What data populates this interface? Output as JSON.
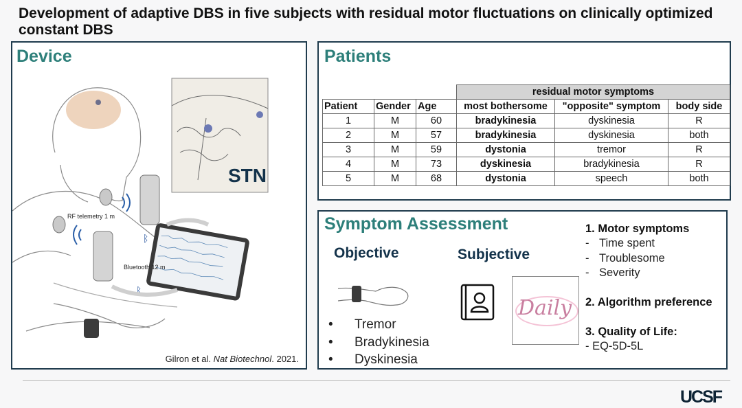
{
  "slide": {
    "title": "Development of adaptive DBS in five subjects with residual motor fluctuations on clinically optimized constant DBS"
  },
  "device": {
    "heading": "Device",
    "stn_label": "STN",
    "rf_label": "RF telemetry 1 m",
    "bt_label": "Bluetooth 12 m",
    "citation_authors": "Gilron et al.",
    "citation_journal": "Nat Biotechnol",
    "citation_year": ". 2021."
  },
  "patients": {
    "heading": "Patients",
    "group_header": "residual motor symptoms",
    "columns": [
      "Patient",
      "Gender",
      "Age",
      "most bothersome",
      "\"opposite\" symptom",
      "body side"
    ],
    "rows": [
      [
        "1",
        "M",
        "60",
        "bradykinesia",
        "dyskinesia",
        "R"
      ],
      [
        "2",
        "M",
        "57",
        "bradykinesia",
        "dyskinesia",
        "both"
      ],
      [
        "3",
        "M",
        "59",
        "dystonia",
        "tremor",
        "R"
      ],
      [
        "4",
        "M",
        "73",
        "dyskinesia",
        "bradykinesia",
        "R"
      ],
      [
        "5",
        "M",
        "68",
        "dystonia",
        "speech",
        "both"
      ]
    ]
  },
  "symptom": {
    "heading": "Symptom Assessment",
    "objective": "Objective",
    "subjective": "Subjective",
    "daily_logo": "Daily",
    "objective_items": [
      "Tremor",
      "Bradykinesia",
      "Dyskinesia"
    ],
    "rhs": {
      "h1": "1. Motor symptoms",
      "h1_items": [
        "Time spent",
        "Troublesome",
        "Severity"
      ],
      "h2": "2. Algorithm preference",
      "h3": "3. Quality of Life:",
      "h3_items": [
        "- EQ-5D-5L"
      ]
    }
  },
  "footer": {
    "logo": "UCSF"
  }
}
